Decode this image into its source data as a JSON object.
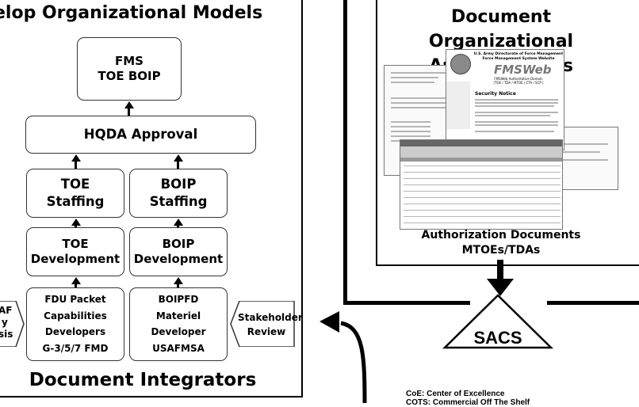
{
  "left": {
    "title": "elop Organizational Models",
    "footer": "Document Integrators",
    "fms": {
      "line1": "FMS",
      "line2": "TOE  BOIP"
    },
    "hqda": "HQDA Approval",
    "toe_staffing": {
      "line1": "TOE",
      "line2": "Staffing"
    },
    "boip_staffing": {
      "line1": "BOIP",
      "line2": "Staffing"
    },
    "toe_dev": {
      "line1": "TOE",
      "line2": "Development"
    },
    "boip_dev": {
      "line1": "BOIP",
      "line2": "Development"
    },
    "fdu": {
      "l1": "FDU Packet",
      "l2": "Capabilities",
      "l3": "Developers",
      "l4": "G-3/5/7 FMD"
    },
    "boipfd": {
      "l1": "BOIPFD",
      "l2": "Materiel",
      "l3": "Developer",
      "l4": "USAFMSA"
    },
    "partial": {
      "l1": "AF",
      "l2": "y",
      "l3": "sis"
    },
    "stakeholder": {
      "l1": "Stakeholder",
      "l2": "Review"
    }
  },
  "right": {
    "title_line1": "Document Organizational",
    "title_line2": "Authorizations",
    "fmsweb": {
      "header_line1": "U.S. Army Directorate of Force Management",
      "header_line2": "Force Management System Website",
      "logo": "FMSWeb",
      "sub1": "FMSWeb Authoritative Domain",
      "sub2": "(TOE / TDA / MTOE / CTA / SCP )",
      "notice": "Security Notice"
    },
    "caption_line1": "Authorization Documents",
    "caption_line2": "MTOEs/TDAs"
  },
  "sacs": "SACS",
  "legend": {
    "line1": "CoE:  Center of Excellence",
    "line2": "COTS:  Commercial Off The Shelf"
  }
}
